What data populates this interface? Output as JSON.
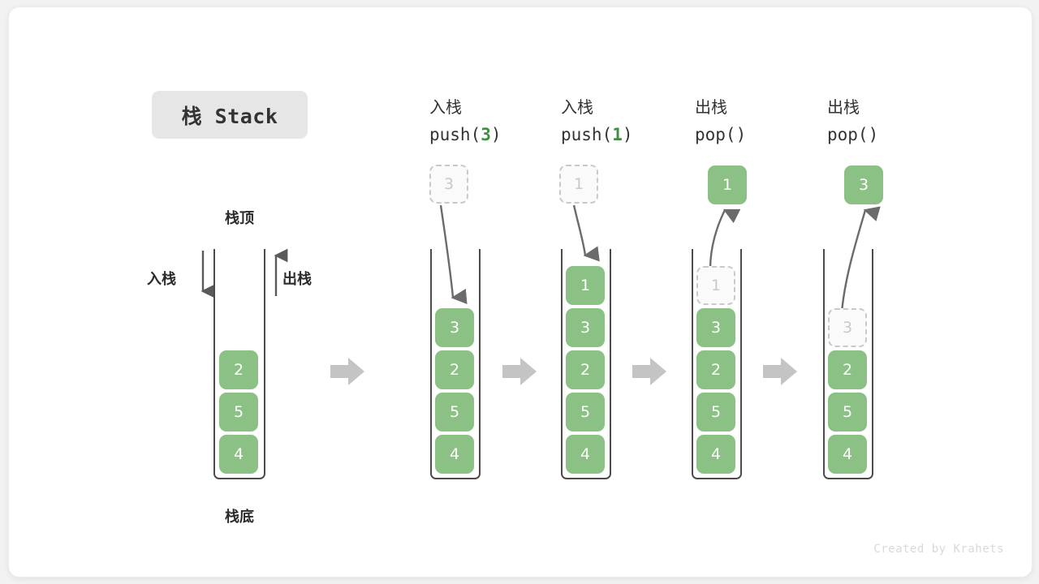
{
  "title": {
    "text": "栈 Stack"
  },
  "watermark": "Created by Krahets",
  "labels": {
    "top": "栈顶",
    "bottom": "栈底",
    "push_side": "入栈",
    "pop_side": "出栈"
  },
  "colors": {
    "cell_fill": "#8cc185",
    "cell_text": "#ffffff",
    "ghost_border": "#c9c9c9",
    "ghost_text": "#c9c9c9",
    "container_border": "#4f4a4a",
    "arrow": "#6b6b6b",
    "chevron": "#c4c4c4",
    "accent_number": "#3f8f42",
    "chip_bg": "#e6e6e6",
    "canvas_bg": "#ffffff",
    "page_bg": "#f2f2f2"
  },
  "steps": [
    {
      "id": "initial",
      "head_cn": "",
      "head_code": "",
      "stack": [
        "2",
        "5",
        "4"
      ],
      "floating": null,
      "ghost_in_stack": null,
      "arrow": "none"
    },
    {
      "id": "push-3",
      "head_cn": "入栈",
      "head_code_prefix": "push(",
      "head_code_number": "3",
      "head_code_suffix": ")",
      "stack": [
        "3",
        "2",
        "5",
        "4"
      ],
      "floating": {
        "value": "3",
        "style": "ghost"
      },
      "ghost_in_stack": null,
      "arrow": "down"
    },
    {
      "id": "push-1",
      "head_cn": "入栈",
      "head_code_prefix": "push(",
      "head_code_number": "1",
      "head_code_suffix": ")",
      "stack": [
        "1",
        "3",
        "2",
        "5",
        "4"
      ],
      "floating": {
        "value": "1",
        "style": "ghost"
      },
      "ghost_in_stack": null,
      "arrow": "down"
    },
    {
      "id": "pop-1",
      "head_cn": "出栈",
      "head_code_prefix": "pop(",
      "head_code_number": "",
      "head_code_suffix": ")",
      "stack": [
        "3",
        "2",
        "5",
        "4"
      ],
      "floating": {
        "value": "1",
        "style": "solid"
      },
      "ghost_in_stack": {
        "value": "1"
      },
      "arrow": "up"
    },
    {
      "id": "pop-3",
      "head_cn": "出栈",
      "head_code_prefix": "pop(",
      "head_code_number": "",
      "head_code_suffix": ")",
      "stack": [
        "2",
        "5",
        "4"
      ],
      "floating": {
        "value": "3",
        "style": "solid"
      },
      "ghost_in_stack": {
        "value": "3"
      },
      "arrow": "up-long"
    }
  ]
}
